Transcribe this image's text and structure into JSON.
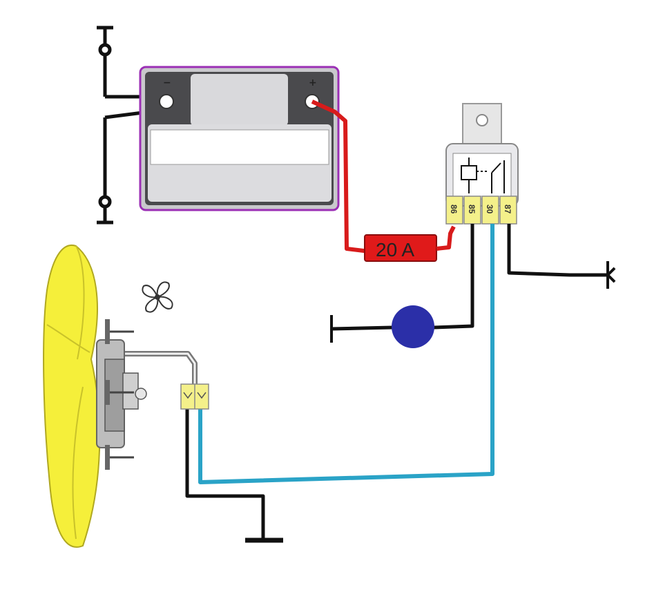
{
  "battery": {
    "negative_label": "−",
    "positive_label": "+"
  },
  "fuse": {
    "label": "20 A"
  },
  "relay": {
    "pins": [
      "86",
      "85",
      "30",
      "87"
    ]
  },
  "colors": {
    "positive_wire": "#d81b1b",
    "control_wire": "#2aa3c7",
    "ground_wire": "#111111",
    "fuse_body": "#e01a1a",
    "relay_pins": "#f4f08a",
    "fan_blade": "#f5ef3a",
    "switch_dot": "#2b2fa8",
    "battery_outline": "#9b2fb5"
  },
  "icons": [
    "fan-icon",
    "ground-symbol",
    "switch-dot"
  ]
}
